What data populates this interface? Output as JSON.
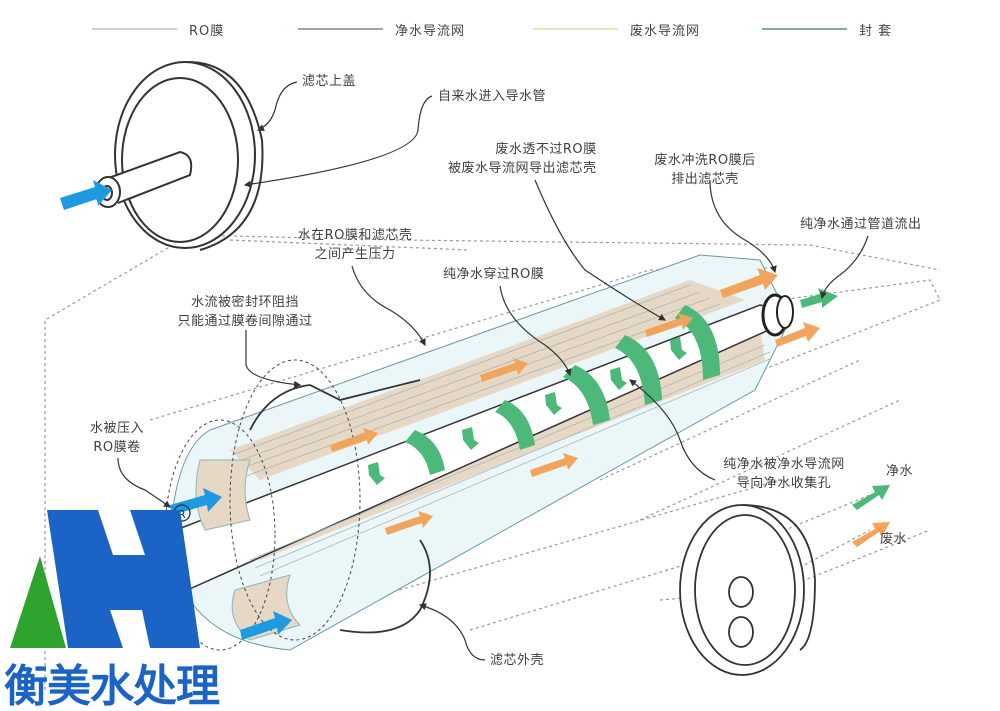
{
  "legend": [
    {
      "label": "RO膜",
      "color": "#cfcfcf"
    },
    {
      "label": "净水导流网",
      "color": "#9aa7a3"
    },
    {
      "label": "废水导流网",
      "color": "#e6e3bf"
    },
    {
      "label": "封 套",
      "color": "#7fa8ae"
    }
  ],
  "labels": {
    "top_cap": "滤芯上盖",
    "tap_water_in": "自来水进入导水管",
    "waste_blocked_1": "废水透不过RO膜",
    "waste_blocked_2": "被废水导流网导出滤芯壳",
    "waste_flush_1": "废水冲洗RO膜后",
    "waste_flush_2": "排出滤芯壳",
    "pure_out": "纯净水通过管道流出",
    "pressure_1": "水在RO膜和滤芯壳",
    "pressure_2": "之间产生压力",
    "pure_through": "纯净水穿过RO膜",
    "seal_1": "水流被密封环阻挡",
    "seal_2": "只能通过膜卷间隙通过",
    "pressed_1": "水被压入",
    "pressed_2": "RO膜卷",
    "collect_1": "纯净水被净水导流网",
    "collect_2": "导向净水收集孔",
    "clean_water": "净水",
    "waste_water": "废水",
    "outer_shell": "滤芯外壳"
  },
  "logo": {
    "letter": "H",
    "text": "衡美水处理",
    "blue": "#1b63c4",
    "green": "#2ea32e"
  },
  "colors": {
    "inflow_blue": "#1e9be0",
    "pure_green": "#4cb87a",
    "waste_orange": "#f0a45c",
    "membrane_tan": "#e7d8c6",
    "seal_cyan": "#bfe6ec"
  }
}
